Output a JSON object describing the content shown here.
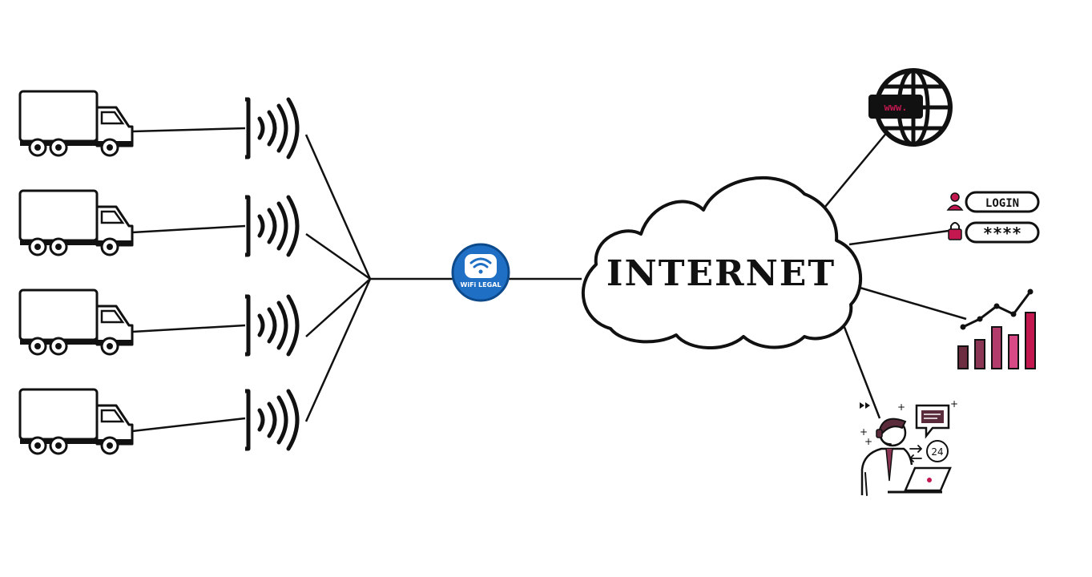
{
  "cloud": {
    "label": "INTERNET"
  },
  "badge": {
    "label": "WiFi LEGAL"
  },
  "website": {
    "label": "www."
  },
  "login": {
    "user_label": "LOGIN",
    "password_label": "****"
  },
  "support": {
    "hours_label": "24"
  },
  "colors": {
    "line": "#111111",
    "badge": "#1f6fc4",
    "accent": "#c2184f",
    "dark_accent": "#5a2b3a",
    "bars": [
      "#6b2d3f",
      "#8c3656",
      "#b23d6c",
      "#d84a86",
      "#c2184f"
    ]
  },
  "icons": [
    "truck-icon",
    "wifi-signal-icon",
    "wifi-legal-logo",
    "cloud-icon",
    "globe-icon",
    "user-icon",
    "lock-icon",
    "bar-chart-icon",
    "support-agent-icon"
  ]
}
